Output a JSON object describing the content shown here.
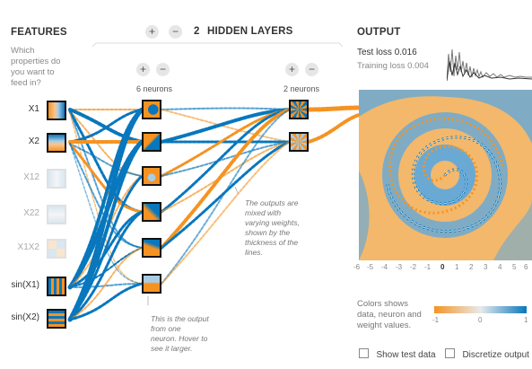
{
  "features": {
    "title": "FEATURES",
    "question": [
      "Which",
      "properties do",
      "you want to",
      "feed in?"
    ],
    "items": [
      {
        "label": "X1",
        "active": true
      },
      {
        "label": "X2",
        "active": true
      },
      {
        "label": "X12",
        "active": false
      },
      {
        "label": "X22",
        "active": false
      },
      {
        "label": "X1X2",
        "active": false
      },
      {
        "label": "sin(X1)",
        "active": true
      },
      {
        "label": "sin(X2)",
        "active": true
      }
    ]
  },
  "layers": {
    "add_symbol": "+",
    "remove_symbol": "−",
    "count": "2",
    "label": "HIDDEN LAYERS",
    "layer1_neurons": "6 neurons",
    "layer2_neurons": "2 neurons"
  },
  "notes": {
    "outputs_mixed": [
      "The outputs are",
      "mixed with",
      "varying weights,",
      "shown by the",
      "thickness of the",
      "lines."
    ],
    "neuron_output": [
      "This is the output",
      "from one",
      "neuron. Hover to",
      "see it larger."
    ]
  },
  "output": {
    "title": "OUTPUT",
    "test_loss_label": "Test loss",
    "test_loss": "0.016",
    "training_loss_label": "Training loss",
    "training_loss": "0.004",
    "x_ticks": [
      "-6",
      "-5",
      "-4",
      "-3",
      "-2",
      "-1",
      "0",
      "1",
      "2",
      "3",
      "4",
      "5",
      "6"
    ]
  },
  "legend": {
    "text": [
      "Colors shows",
      "data, neuron and",
      "weight values."
    ],
    "min": "-1",
    "mid": "0",
    "max": "1"
  },
  "controls": {
    "show_test_data": "Show test data",
    "discretize_output": "Discretize output"
  },
  "colors": {
    "positive": "#0877bd",
    "negative": "#f59322",
    "neutral": "#e8eaeb"
  }
}
